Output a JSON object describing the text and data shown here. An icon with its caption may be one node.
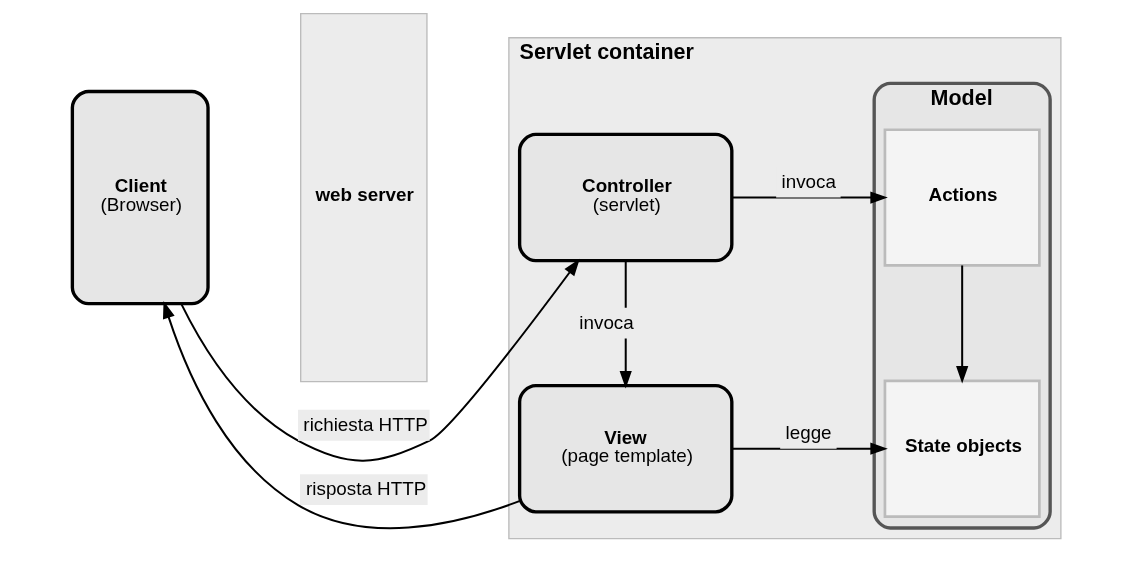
{
  "diagram": {
    "nodes": [
      {
        "text": [
          "Client",
          "(Browser)"
        ]
      },
      {
        "text": [
          "web server"
        ]
      },
      {
        "text": [
          "Servlet container"
        ]
      },
      {
        "text": [
          "Controller",
          "(servlet)"
        ],
        "in": 2
      },
      {
        "text": [
          "View",
          "(page template)"
        ],
        "in": 2
      },
      {
        "text": [
          "Model"
        ],
        "in": 2
      },
      {
        "text": [
          "Actions"
        ],
        "in": 5
      },
      {
        "text": [
          "State objects"
        ],
        "in": 5
      }
    ],
    "edges": [
      {
        "from": 0,
        "to": 3,
        "arrow": "to",
        "label": "richiesta HTTP"
      },
      {
        "from": 4,
        "to": 0,
        "arrow": "to",
        "label": "risposta HTTP"
      },
      {
        "from": 3,
        "to": 6,
        "arrow": "to",
        "label": "invoca"
      },
      {
        "from": 3,
        "to": 4,
        "arrow": "to",
        "label": "invoca"
      },
      {
        "from": 4,
        "to": 7,
        "arrow": "to",
        "label": "legge"
      },
      {
        "from": 6,
        "to": 7,
        "arrow": "to"
      }
    ]
  }
}
